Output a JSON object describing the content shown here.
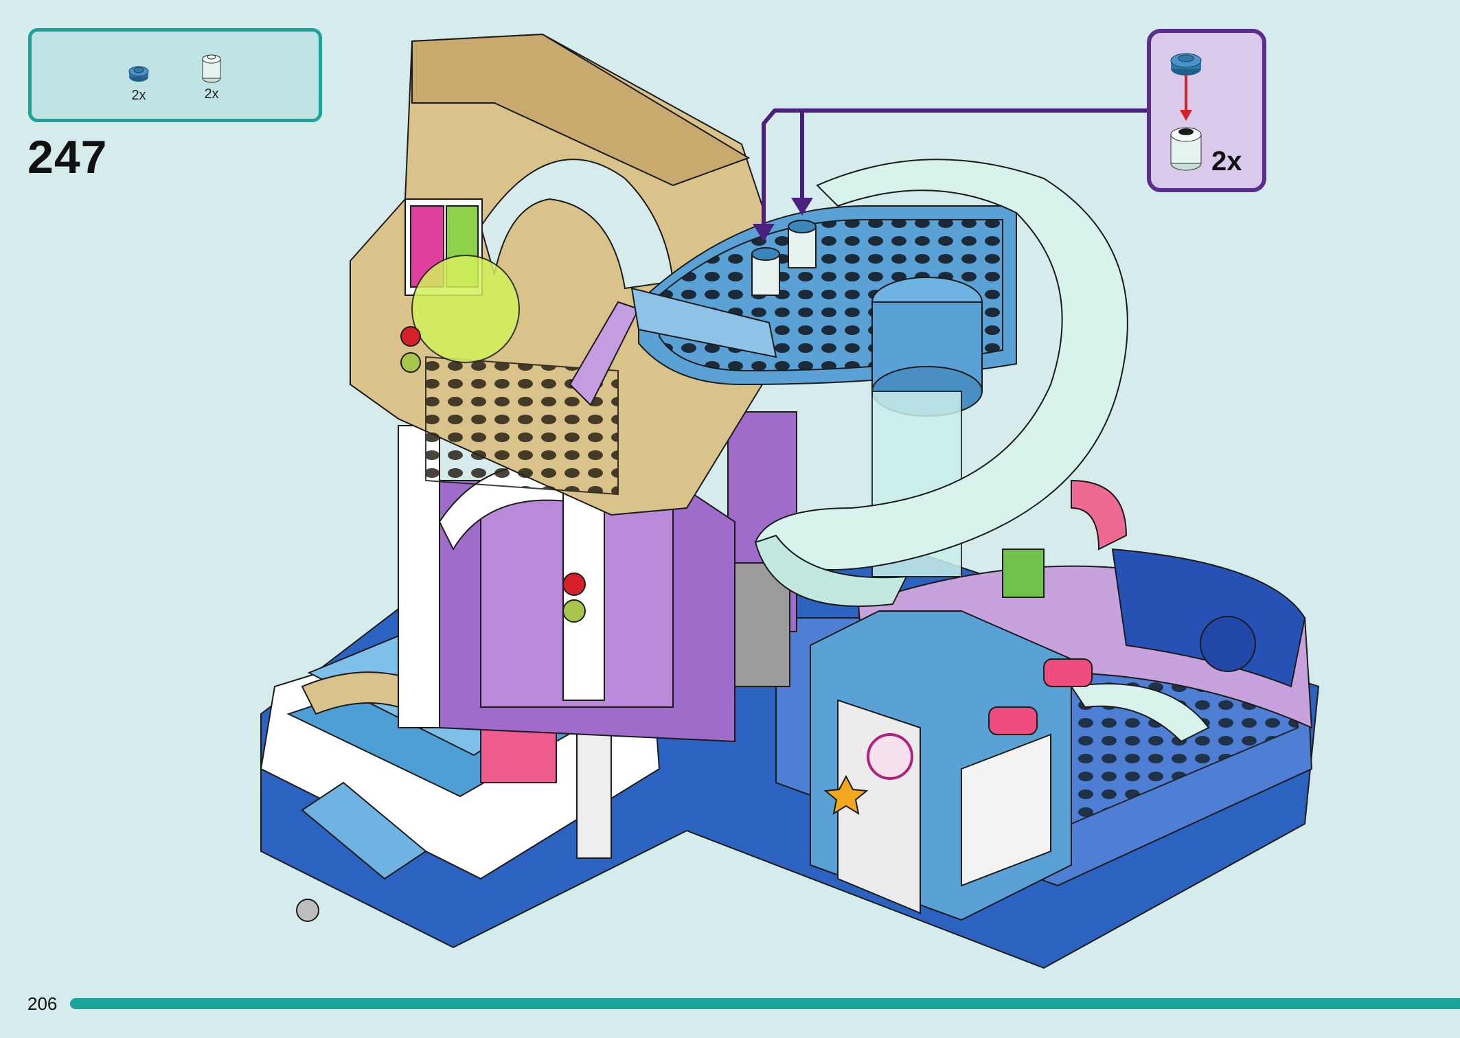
{
  "step": {
    "number": "247",
    "page_number": "206"
  },
  "parts_list": [
    {
      "name": "round-plate-1x1-blue-icon",
      "qty": "2x",
      "color": "#2f78ae"
    },
    {
      "name": "round-brick-1x1-transparent-icon",
      "qty": "2x",
      "color": "#e6f3f0"
    }
  ],
  "callout": {
    "qty": "2x"
  },
  "colors": {
    "background": "#d6ecec",
    "accent_teal": "#1ba39a",
    "callout_border": "#5b2d8e",
    "callout_fill": "#d9c9ea",
    "arrow_red": "#d6202a",
    "arrow_purple": "#4a1f7d"
  }
}
